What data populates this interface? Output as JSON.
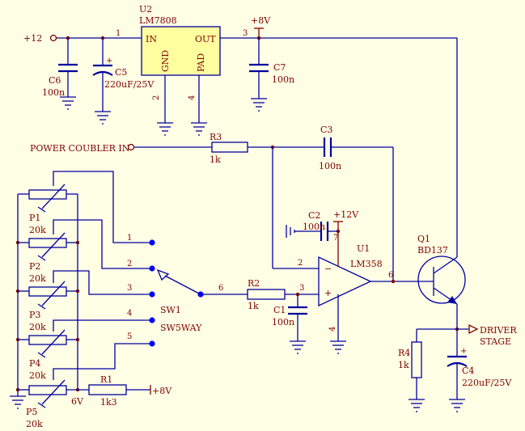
{
  "power": {
    "in_12": "+12",
    "rail_8": "+8V",
    "rail_12": "+12V",
    "r1_rail": "+8V",
    "rail_6": "6V"
  },
  "regulator": {
    "ref": "U2",
    "part": "LM7808",
    "pin_in": "IN",
    "pin_out": "OUT",
    "pin_gnd": "GND",
    "pin_pad": "PAD",
    "pn_in": "1",
    "pn_out": "3",
    "pn_gnd": "2",
    "pn_pad": "4"
  },
  "caps": {
    "c6": {
      "ref": "C6",
      "val": "100n"
    },
    "c5": {
      "ref": "C5",
      "val": "220uF/25V"
    },
    "c7": {
      "ref": "C7",
      "val": "100n"
    },
    "c3": {
      "ref": "C3",
      "val": "100n"
    },
    "c2": {
      "ref": "C2",
      "val": "100n"
    },
    "c1": {
      "ref": "C1",
      "val": "100n"
    },
    "c4": {
      "ref": "C4",
      "val": "220uF/25V"
    }
  },
  "resistors": {
    "r3": {
      "ref": "R3",
      "val": "1k"
    },
    "r2": {
      "ref": "R2",
      "val": "1k"
    },
    "r1": {
      "ref": "R1",
      "val": "1k3"
    },
    "r4": {
      "ref": "R4",
      "val": "1k"
    }
  },
  "pots": [
    {
      "ref": "P1",
      "val": "20k"
    },
    {
      "ref": "P2",
      "val": "20k"
    },
    {
      "ref": "P3",
      "val": "20k"
    },
    {
      "ref": "P4",
      "val": "20k"
    },
    {
      "ref": "P5",
      "val": "20k"
    }
  ],
  "switch": {
    "ref": "SW1",
    "part": "SW5WAY",
    "positions": [
      "1",
      "2",
      "3",
      "4",
      "5"
    ],
    "common": "6"
  },
  "opamp": {
    "ref": "U1",
    "part": "LM358",
    "pin_inv": "2",
    "pin_noninv": "3",
    "pin_out": "6",
    "pin_vcc": "7",
    "pin_gnd": "4",
    "minus": "−",
    "plus": "+"
  },
  "transistor": {
    "ref": "Q1",
    "part": "BD137"
  },
  "ports": {
    "input": "POWER COUBLER IN",
    "output_line1": "DRIVER",
    "output_line2": "STAGE"
  },
  "colors": {
    "background": "#ffffe6",
    "wire": "#0000a0",
    "label": "#800000",
    "pin": "#0000ff"
  }
}
